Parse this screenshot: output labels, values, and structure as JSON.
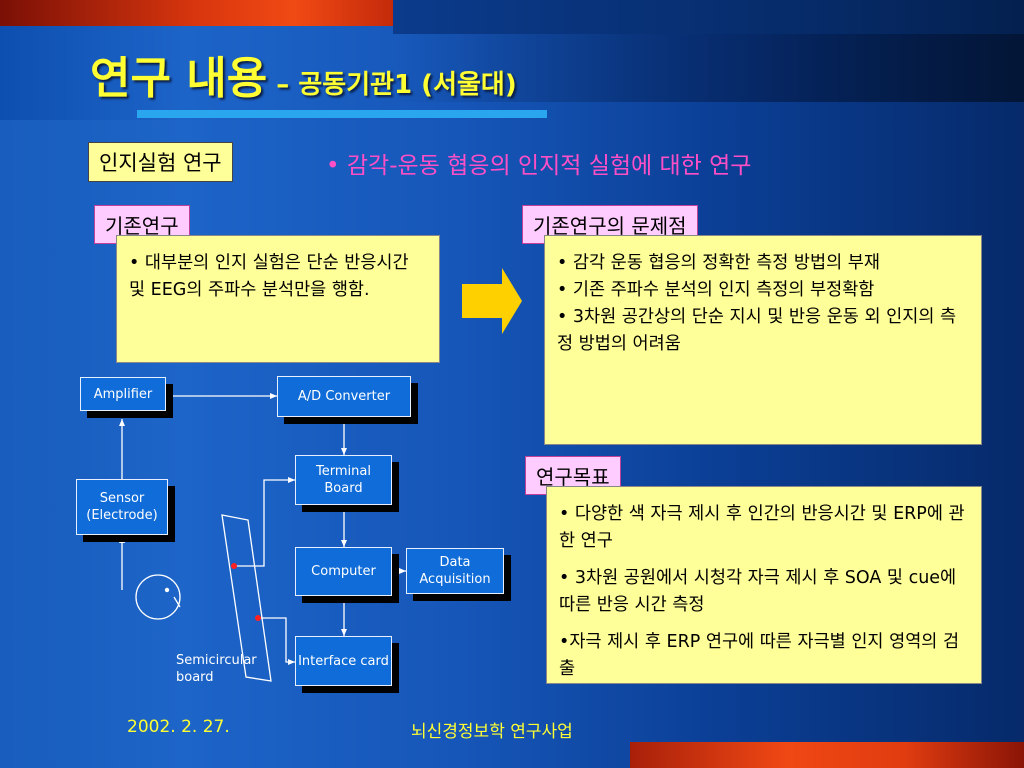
{
  "title": {
    "main": "연구 내용",
    "dash": " – ",
    "sub": "공동기관1 (서울대)"
  },
  "label_main": "인지실험 연구",
  "headline": "• 감각-운동 협응의 인지적 실험에 대한 연구",
  "existing": {
    "label": "기존연구",
    "text": "• 대부분의 인지 실험은 단순 반응시간 및 EEG의 주파수 분석만을 행함."
  },
  "problems": {
    "label": "기존연구의 문제점",
    "items": [
      "• 감각 운동 협응의 정확한 측정 방법의 부재",
      "• 기존 주파수 분석의 인지 측정의 부정확함",
      "• 3차원 공간상의 단순 지시 및 반응 운동 외 인지의 측정 방법의 어려움"
    ]
  },
  "goals": {
    "label": "연구목표",
    "items": [
      "• 다양한 색 자극 제시 후 인간의 반응시간 및 ERP에 관한 연구",
      "• 3차원 공원에서 시청각 자극 제시 후 SOA 및 cue에 따른 반응 시간 측정",
      "•자극 제시 후 ERP 연구에 따른 자극별 인지 영역의 검출"
    ]
  },
  "diagram": {
    "amplifier": "Amplifier",
    "ad_converter": "A/D Converter",
    "terminal_board": "Terminal Board",
    "sensor": "Sensor (Electrode)",
    "computer": "Computer",
    "data_acquisition": "Data Acquisition",
    "interface_card": "Interface card",
    "semicircular": "Semicircular board"
  },
  "footer": {
    "date": "2002. 2. 27.",
    "project": "뇌신경정보학 연구사업"
  },
  "colors": {
    "title": "#ffff33",
    "box": "#ffff99",
    "label_pink": "#ffccff",
    "headline": "#ff4fc6",
    "arrow": "#ffd000"
  }
}
